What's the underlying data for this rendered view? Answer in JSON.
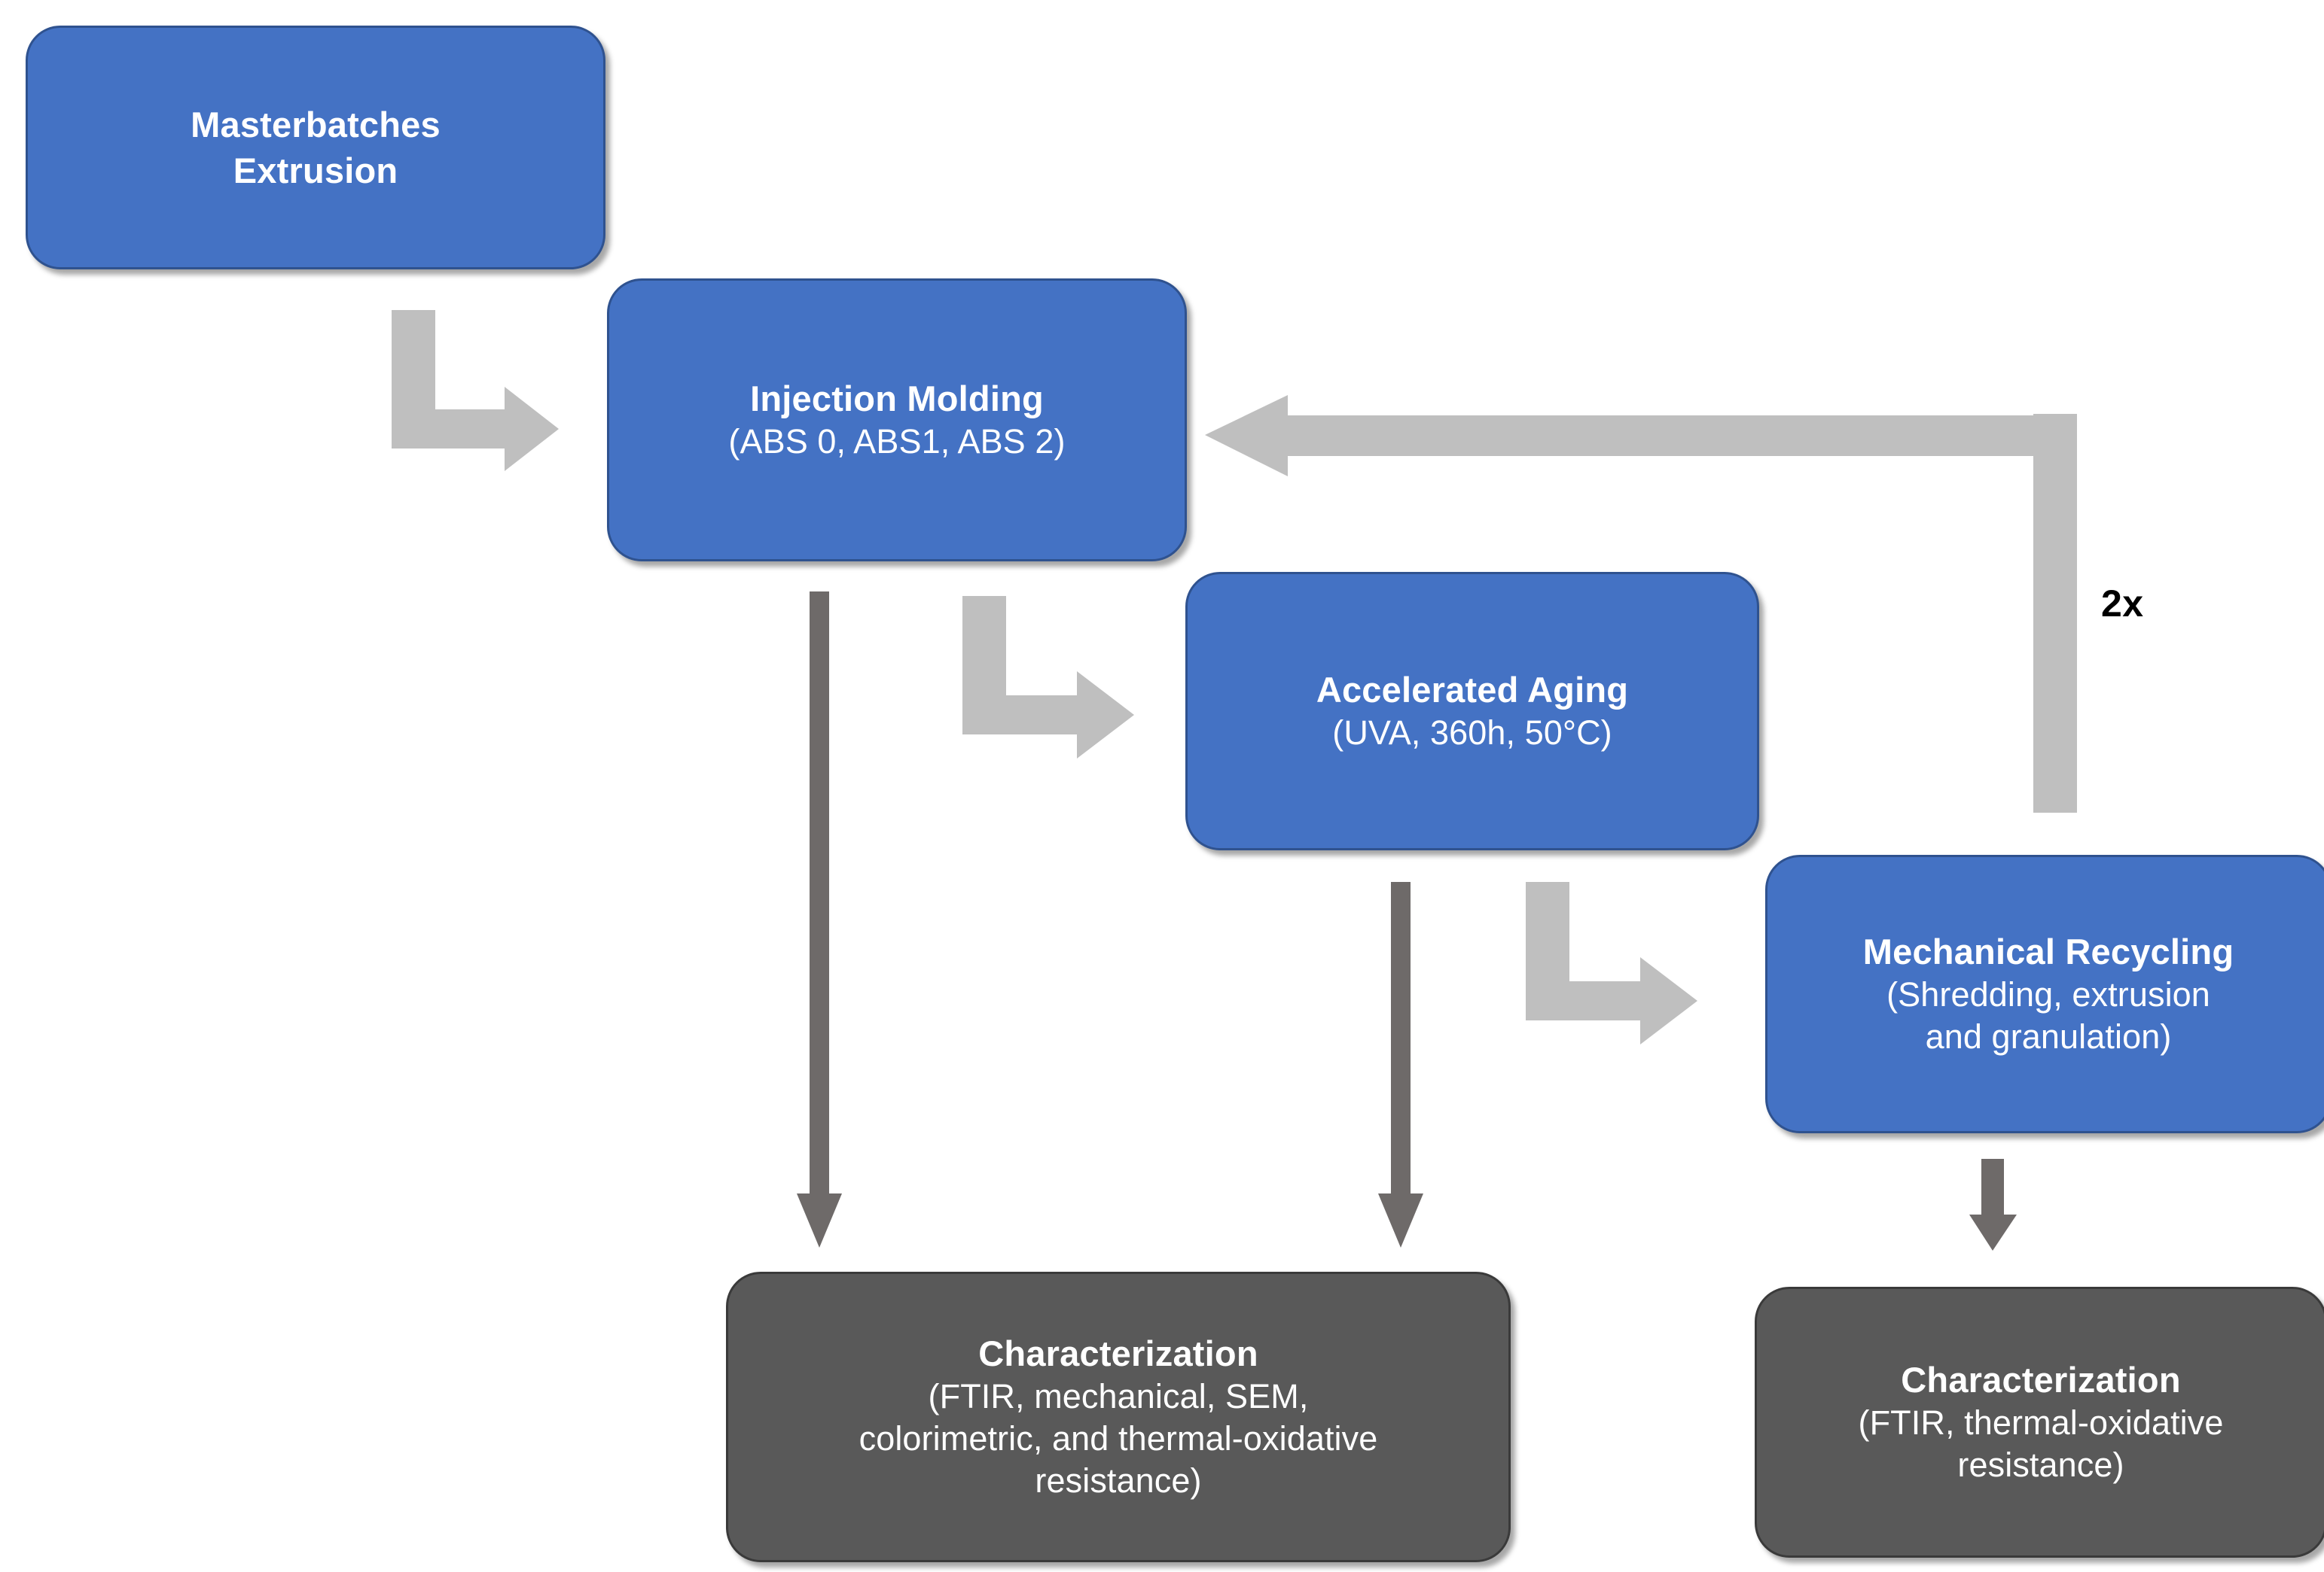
{
  "diagram": {
    "title_text_color": "#FFFFFF",
    "colors": {
      "process_blue": "#4472C4",
      "process_blue_border": "#2F528F",
      "characterization_gray": "#595959",
      "light_arrow_gray": "#BFBFBF",
      "dark_arrow_gray": "#6E6A69",
      "loop_label_color": "#000000",
      "background": "#FFFFFF"
    },
    "nodes": {
      "masterbatches": {
        "title": "Masterbatches",
        "subtitle": "Extrusion"
      },
      "injection_molding": {
        "title": "Injection Molding",
        "subtitle": "(ABS 0, ABS1, ABS 2)"
      },
      "accelerated_aging": {
        "title": "Accelerated Aging",
        "subtitle": "(UVA, 360h, 50°C)"
      },
      "mechanical_recycling": {
        "title": "Mechanical Recycling",
        "subtitle_line1": "(Shredding, extrusion",
        "subtitle_line2": "and granulation)"
      },
      "characterization_left": {
        "title": "Characterization",
        "subtitle_line1": "(FTIR, mechanical, SEM,",
        "subtitle_line2": "colorimetric, and thermal-oxidative",
        "subtitle_line3": "resistance)"
      },
      "characterization_right": {
        "title": "Characterization",
        "subtitle_line1": "(FTIR, thermal-oxidative",
        "subtitle_line2": "resistance)"
      }
    },
    "annotations": {
      "recycle_loop_count": "2x"
    },
    "connectors": [
      {
        "id": "masterbatches-to-injection",
        "kind": "bent-arrow-down-right",
        "color": "#BFBFBF"
      },
      {
        "id": "injection-to-aging",
        "kind": "bent-arrow-down-right",
        "color": "#BFBFBF"
      },
      {
        "id": "aging-to-recycling",
        "kind": "bent-arrow-down-right",
        "color": "#BFBFBF"
      },
      {
        "id": "recycling-to-injection-loop",
        "kind": "elbow-arrow-up-left",
        "color": "#BFBFBF"
      },
      {
        "id": "injection-to-characterization-left",
        "kind": "straight-arrow-down",
        "color": "#6E6A69"
      },
      {
        "id": "aging-to-characterization-left",
        "kind": "straight-arrow-down",
        "color": "#6E6A69"
      },
      {
        "id": "recycling-to-characterization-right",
        "kind": "straight-arrow-down",
        "color": "#6E6A69"
      }
    ]
  }
}
